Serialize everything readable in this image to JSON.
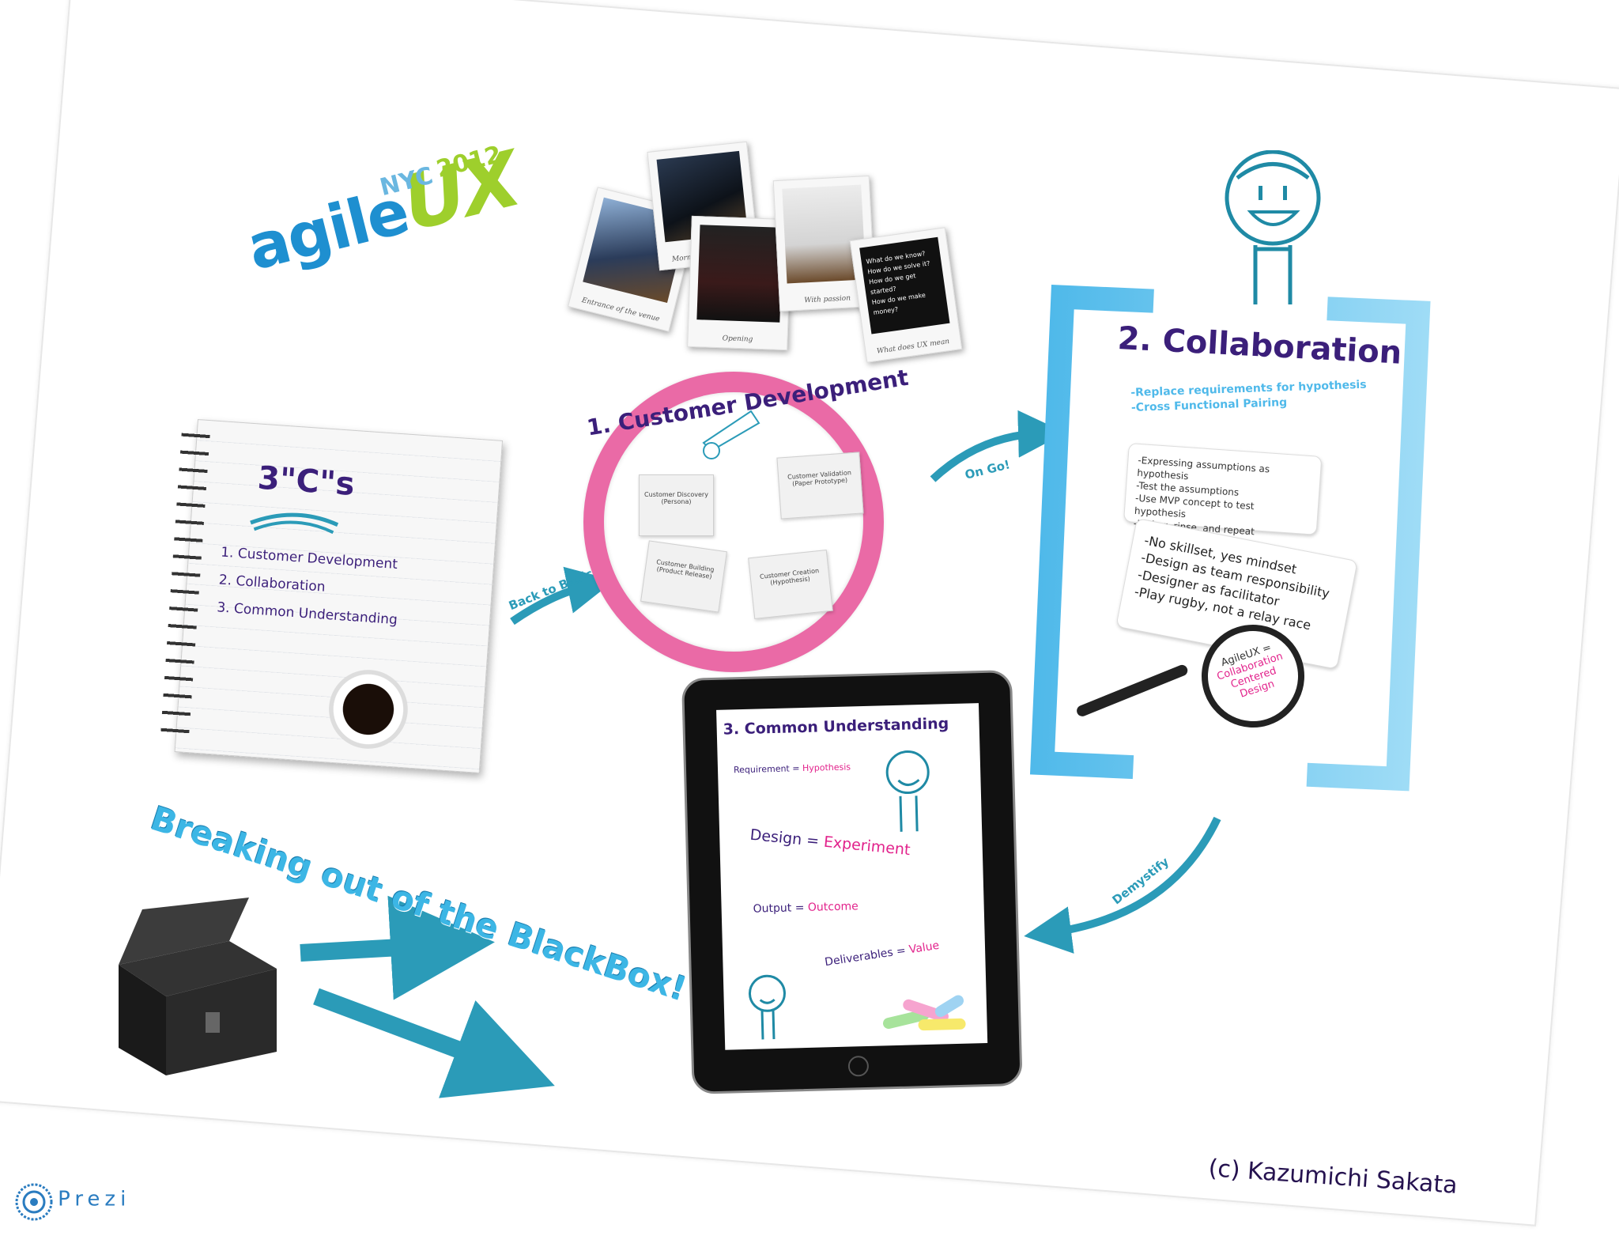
{
  "logo": {
    "brand_part1": "agile",
    "brand_part2": "UX",
    "event_city": "NYC",
    "event_year": "2012"
  },
  "polaroids": [
    {
      "caption": "Entrance of the venue"
    },
    {
      "caption": "Morning coffee time"
    },
    {
      "caption": "Opening"
    },
    {
      "caption": "With passion"
    },
    {
      "caption": "What does UX mean"
    }
  ],
  "polaroid_slide_text": [
    "What do we know?",
    "How do we solve it?",
    "How do we get started?",
    "How do we make money?"
  ],
  "notebook": {
    "title": "3\"C\"s",
    "items": [
      "1. Customer Development",
      "2. Collaboration",
      "3. Common Understanding"
    ]
  },
  "connectors": {
    "back_to_basics": "Back to Basics",
    "on_go": "On Go!",
    "demystify": "Demystify"
  },
  "customer_development": {
    "title": "1. Customer Development",
    "cards": [
      {
        "label": "Customer Discovery (Persona)"
      },
      {
        "label": "Customer Validation (Paper Prototype)"
      },
      {
        "label": "Customer Building (Product Release)"
      },
      {
        "label": "Customer Creation (Hypothesis)"
      }
    ]
  },
  "collaboration": {
    "title": "2. Collaboration",
    "bracket_items": [
      "-Replace requirements for hypothesis",
      "-Cross Functional Pairing"
    ],
    "box1_items": [
      "-Expressing assumptions as hypothesis",
      "-Test the assumptions",
      "-Use MVP concept to test hypothesis",
      "-Lather, rinse, and repeat"
    ],
    "box2_items": [
      "-No skillset, yes mindset",
      "-Design as team responsibility",
      "-Designer as facilitator",
      "-Play rugby, not a relay race"
    ],
    "magnifier": {
      "line1": "AgileUX =",
      "line2": "Collaboration",
      "line3": "Centered",
      "line4": "Design"
    }
  },
  "common_understanding": {
    "title": "3. Common Understanding",
    "pairs": [
      {
        "left": "Requirement",
        "eq": "=",
        "right": "Hypothesis"
      },
      {
        "left": "Design",
        "eq": "=",
        "right": "Experiment"
      },
      {
        "left": "Output",
        "eq": "=",
        "right": "Outcome"
      },
      {
        "left": "Deliverables",
        "eq": "=",
        "right": "Value"
      }
    ]
  },
  "blackbox": {
    "title": "Breaking out of the BlackBox!"
  },
  "footer": {
    "copyright": "(c) Kazumichi Sakata",
    "brand": "Prezi"
  },
  "colors": {
    "accent_teal": "#2b9bb8",
    "pink": "#ea6aa6",
    "purple_text": "#3b1f7a",
    "sky_blue": "#4fb9ea",
    "magenta": "#e2238c"
  }
}
